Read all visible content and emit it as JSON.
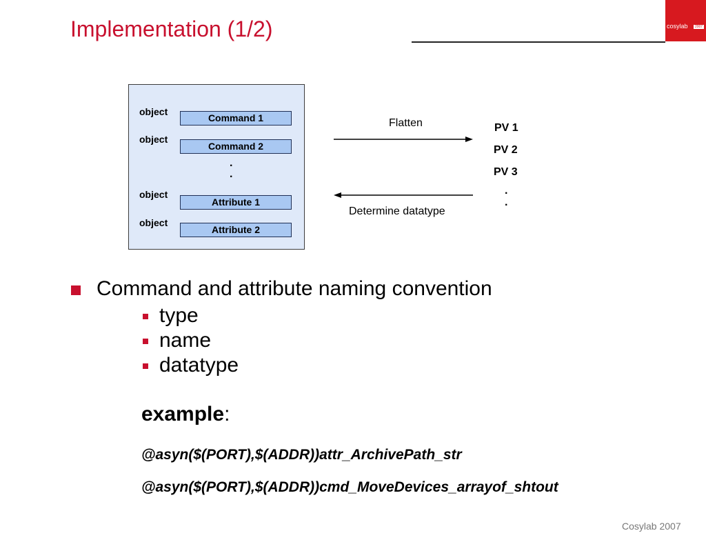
{
  "title": "Implementation (1/2)",
  "logo": {
    "name": "cosylab",
    "tag": "2007"
  },
  "diagram": {
    "objects": [
      {
        "label": "object",
        "box": "Command 1"
      },
      {
        "label": "object",
        "box": "Command 2"
      },
      {
        "label": "object",
        "box": "Attribute 1"
      },
      {
        "label": "object",
        "box": "Attribute 2"
      }
    ],
    "flatten_label": "Flatten",
    "determine_label": "Determine datatype",
    "pvs": [
      "PV 1",
      "PV 2",
      "PV 3"
    ]
  },
  "bullets": {
    "main": "Command and attribute naming convention",
    "sub": [
      "type",
      "name",
      "datatype"
    ]
  },
  "example": {
    "label": "example",
    "colon": ":",
    "lines": [
      "@asyn($(PORT),$(ADDR))attr_ArchivePath_str",
      "@asyn($(PORT),$(ADDR))cmd_MoveDevices_arrayof_shtout"
    ]
  },
  "footer": "Cosylab 2007",
  "colors": {
    "accent": "#c8102e",
    "logo": "#d7191f",
    "panel": "#dfe9f9",
    "box": "#a9c8f2"
  }
}
